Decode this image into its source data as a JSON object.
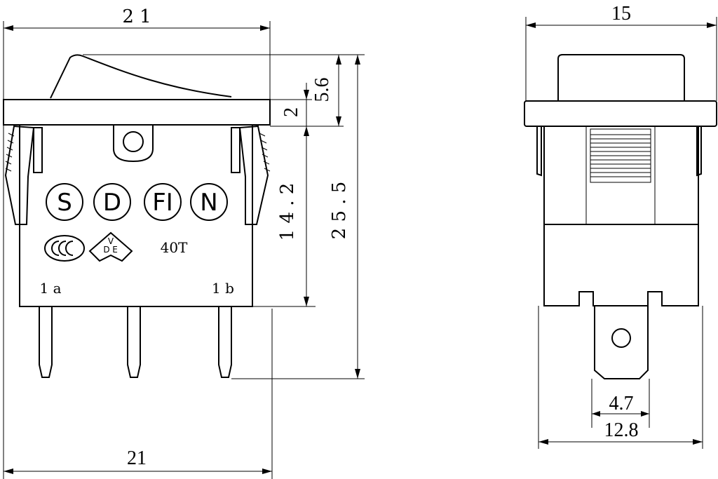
{
  "front_view": {
    "width_top": "2 1",
    "width_bottom": "21",
    "dim_actuator": "5.6",
    "dim_flange": "2",
    "dim_body": "1 4 . 2",
    "dim_total": "2 5 . 5",
    "marks": [
      "S",
      "D",
      "FI",
      "N"
    ],
    "rating": "40T",
    "terminal_left": "1 a",
    "terminal_right": "1 b",
    "cert_logos": [
      "ccc-logo",
      "vde-logo"
    ],
    "vde_text": [
      "V",
      "D",
      "E"
    ]
  },
  "side_view": {
    "width_top": "15",
    "dim_terminal": "4.7",
    "dim_base": "12.8"
  }
}
